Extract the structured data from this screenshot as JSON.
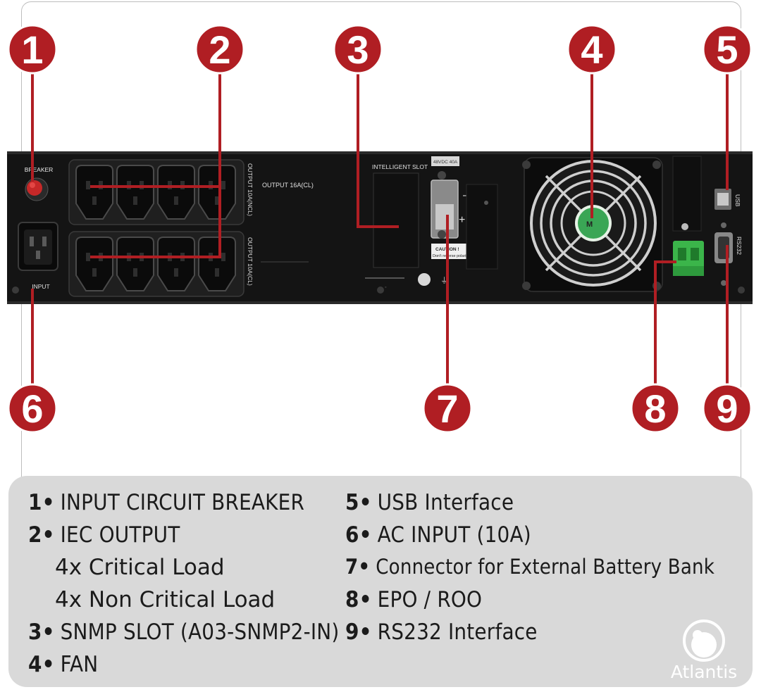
{
  "callout_color": "#b01e23",
  "callouts": [
    "1",
    "2",
    "3",
    "4",
    "5",
    "6",
    "7",
    "8",
    "9"
  ],
  "panel_labels": {
    "breaker": "BREAKER",
    "input": "INPUT",
    "output_16a": "OUTPUT 16A(CL)",
    "output_10a_top": "OUTPUT 10A(NCL)",
    "output_10a_bottom": "OUTPUT 10A(CL)",
    "intelligent_slot": "INTELLIGENT SLOT",
    "voltage_tag": "48VDC 40A",
    "minus": "–",
    "plus": "+",
    "caution_title": "CAUTION !",
    "caution_text": "Don't reverse polarity!",
    "usb": "USB",
    "rs232": "RS232"
  },
  "legend": {
    "left": [
      {
        "num": "1",
        "text": "INPUT CIRCUIT BREAKER"
      },
      {
        "num": "2",
        "text": "IEC OUTPUT"
      },
      {
        "num": "3",
        "text": "SNMP SLOT (A03-SNMP2-IN)"
      },
      {
        "num": "4",
        "text": "FAN"
      }
    ],
    "sub": [
      "4x Critical Load",
      "4x Non Critical Load"
    ],
    "right": [
      {
        "num": "5",
        "text": "USB Interface"
      },
      {
        "num": "6",
        "text": "AC INPUT (10A)"
      },
      {
        "num": "7",
        "text": "Connector for External Battery Bank"
      },
      {
        "num": "8",
        "text": "EPO / ROO"
      },
      {
        "num": "9",
        "text": "RS232 Interface"
      }
    ]
  },
  "brand": {
    "name": "Atlantis",
    "logo_icon": "atlantis-logo-icon"
  }
}
